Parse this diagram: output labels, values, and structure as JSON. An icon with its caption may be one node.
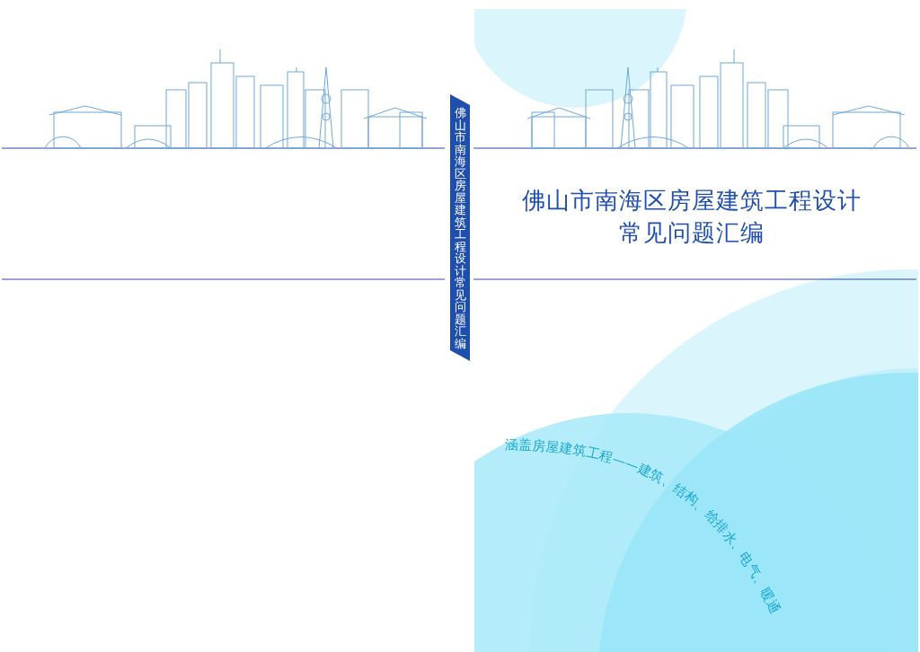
{
  "diagram": {
    "nodes": [
      {
        "text": [
          "佛山市南海区房屋建筑工程设计常见问题汇编"
        ]
      }
    ],
    "labels": [
      "佛山市南海区房屋建筑工程设计常见问题汇编",
      "涵盖房屋建筑工程——建筑、结构、给排水、电气、暖通"
    ]
  }
}
